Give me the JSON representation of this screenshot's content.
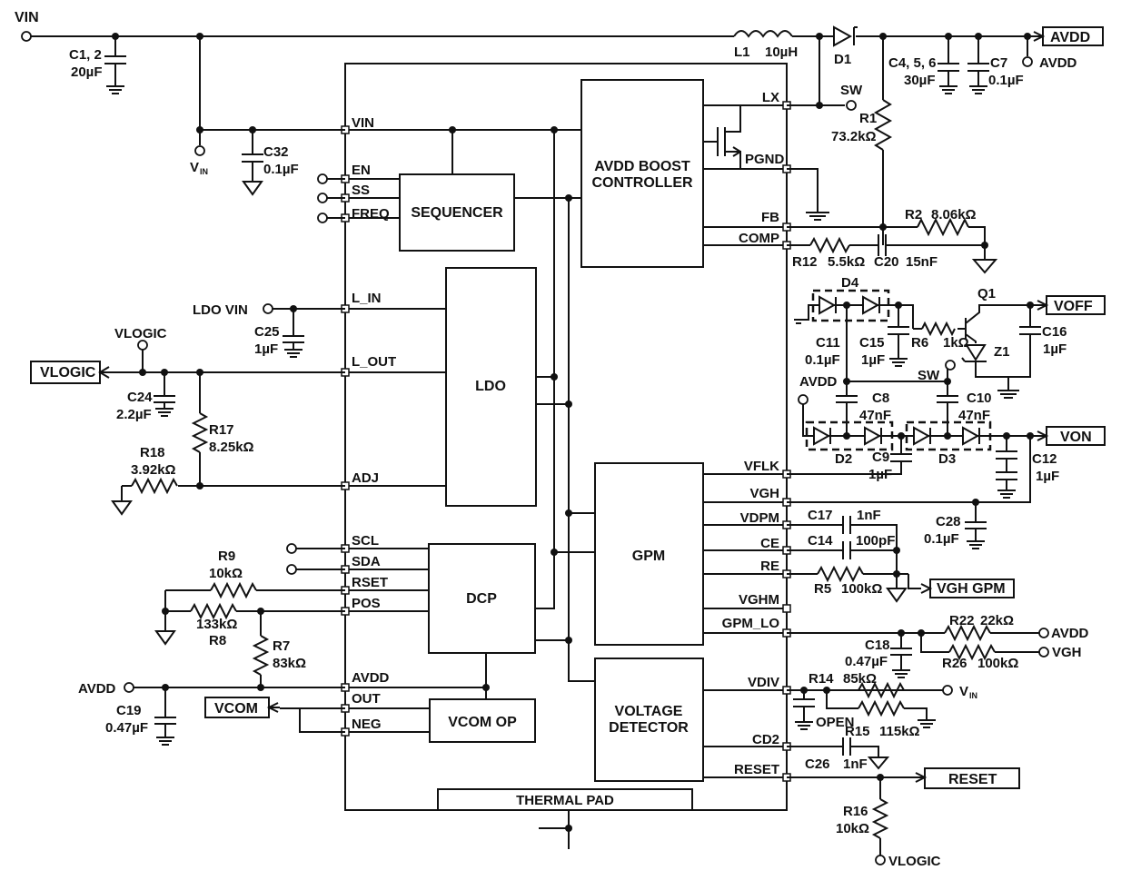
{
  "blocks": {
    "sequencer": "SEQUENCER",
    "boost_line1": "AVDD BOOST",
    "boost_line2": "CONTROLLER",
    "ldo": "LDO",
    "gpm": "GPM",
    "dcp": "DCP",
    "vcom_op": "VCOM OP",
    "detector_line1": "VOLTAGE",
    "detector_line2": "DETECTOR",
    "thermal_pad": "THERMAL PAD"
  },
  "pins_left": {
    "vin": "VIN",
    "en": "EN",
    "ss": "SS",
    "freq": "FREQ",
    "l_in": "L_IN",
    "l_out": "L_OUT",
    "adj": "ADJ",
    "scl": "SCL",
    "sda": "SDA",
    "rset": "RSET",
    "pos": "POS",
    "avdd": "AVDD",
    "out": "OUT",
    "neg": "NEG"
  },
  "pins_right": {
    "lx": "LX",
    "pgnd": "PGND",
    "fb": "FB",
    "comp": "COMP",
    "vflk": "VFLK",
    "vgh": "VGH",
    "vdpm": "VDPM",
    "ce": "CE",
    "re": "RE",
    "vghm": "VGHM",
    "gpm_lo": "GPM_LO",
    "vdiv": "VDIV",
    "cd2": "CD2",
    "reset": "RESET"
  },
  "nets": {
    "vin": "VIN",
    "avdd_flag": "AVDD",
    "avdd_term": "AVDD",
    "sw": "SW",
    "sw2": "SW",
    "vin_sub_main": "V",
    "vin_sub_idx": "IN",
    "ldo_vin": "LDO VIN",
    "vlogic": "VLOGIC",
    "vlogic_flag": "VLOGIC",
    "voff": "VOFF",
    "von": "VON",
    "avdd_mid": "AVDD",
    "vgh_gpm": "VGH GPM",
    "avdd_r22": "AVDD",
    "vgh_r26": "VGH",
    "vdiv_vin_main": "V",
    "vdiv_vin_idx": "IN",
    "avdd_left": "AVDD",
    "vcom": "VCOM",
    "reset": "RESET",
    "vlogic_bottom": "VLOGIC",
    "open": "OPEN"
  },
  "components": {
    "c12_in": "C1, 2",
    "c12_in_val": "20µF",
    "l1": "L1",
    "l1_val": "10µH",
    "d1": "D1",
    "c456": "C4, 5, 6",
    "c456_val": "30µF",
    "c7": "C7",
    "c7_val": "0.1µF",
    "r1": "R1",
    "r1_val": "73.2kΩ",
    "c32": "C32",
    "c32_val": "0.1µF",
    "r2": "R2",
    "r2_val": "8.06kΩ",
    "r12": "R12",
    "r12_val": "5.5kΩ",
    "c20": "C20",
    "c20_val": "15nF",
    "d4": "D4",
    "q1": "Q1",
    "c16": "C16",
    "c16_val": "1µF",
    "c11": "C11",
    "c11_val": "0.1µF",
    "c15": "C15",
    "c15_val": "1µF",
    "r6": "R6",
    "r6_val": "1kΩ",
    "z1": "Z1",
    "c8": "C8",
    "c8_val": "47nF",
    "c10": "C10",
    "c10_val": "47nF",
    "d2": "D2",
    "d3": "D3",
    "c9": "C9",
    "c9_val": "1µF",
    "c12": "C12",
    "c12_val": "1µF",
    "c25": "C25",
    "c25_val": "1µF",
    "c24": "C24",
    "c24_val": "2.2µF",
    "r17": "R17",
    "r17_val": "8.25kΩ",
    "r18": "R18",
    "r18_val": "3.92kΩ",
    "c17": "C17",
    "c17_val": "1nF",
    "c14": "C14",
    "c14_val": "100pF",
    "c28": "C28",
    "c28_val": "0.1µF",
    "r5": "R5",
    "r5_val": "100kΩ",
    "r9": "R9",
    "r9_val": "10kΩ",
    "r8": "R8",
    "r8_val": "133kΩ",
    "r7": "R7",
    "r7_val": "83kΩ",
    "r22": "R22",
    "r22_val": "22kΩ",
    "r26": "R26",
    "r26_val": "100kΩ",
    "c18": "C18",
    "c18_val": "0.47µF",
    "r14": "R14",
    "r14_val": "85kΩ",
    "r15": "R15",
    "r15_val": "115kΩ",
    "c26": "C26",
    "c26_val": "1nF",
    "c19": "C19",
    "c19_val": "0.47µF",
    "r16": "R16",
    "r16_val": "10kΩ"
  }
}
